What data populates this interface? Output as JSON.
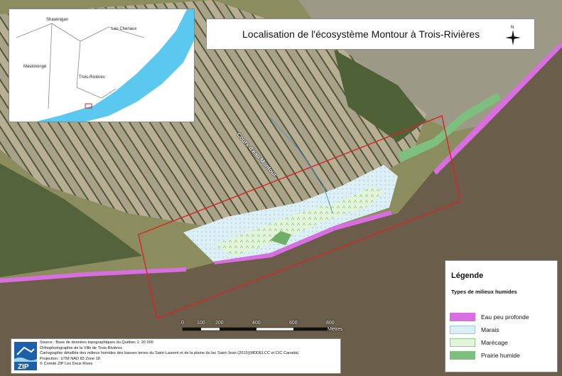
{
  "map": {
    "title": "Localisation de l'écosystème Montour à Trois-Rivières",
    "north_label": "N",
    "road_label": "Cours d'eau Montour",
    "inset": {
      "places": [
        "Shawinigan",
        "Les Chenaux",
        "Maskinongé",
        "Trois-Rivières"
      ]
    },
    "scale": {
      "ticks": [
        "0",
        "100",
        "200",
        "400",
        "600",
        "800"
      ],
      "unit": "Mètres"
    },
    "legend": {
      "title": "Légende",
      "subtitle": "Types de milieux humides",
      "items": [
        {
          "label": "Eau peu profonde",
          "color": "#d86ee0"
        },
        {
          "label": "Marais",
          "color": "#dceff5"
        },
        {
          "label": "Marécage",
          "color": "#e4f4dc"
        },
        {
          "label": "Prairie humide",
          "color": "#7cbf7e"
        }
      ]
    },
    "source": {
      "lines": [
        "Source : Base de données topographiques du Québec 1: 20 000",
        "Orthophotographie de la Ville de Trois-Rivières",
        "Cartographie détaillée des milieux humides des basses terres du Saint-Laurent et de la plaine du lac Saint-Jean (2015)(MDDELCC et CIC Canada)",
        "Projection : UTM NAD 83 Zone 18",
        "© Comité ZIP Les Deux Rives"
      ],
      "logo_text": "ZIP"
    },
    "colors": {
      "river": "#6a5e4a",
      "land": "#8c8d5e",
      "study_area": "#d8232a",
      "inset_water": "#5bc8f0"
    }
  }
}
